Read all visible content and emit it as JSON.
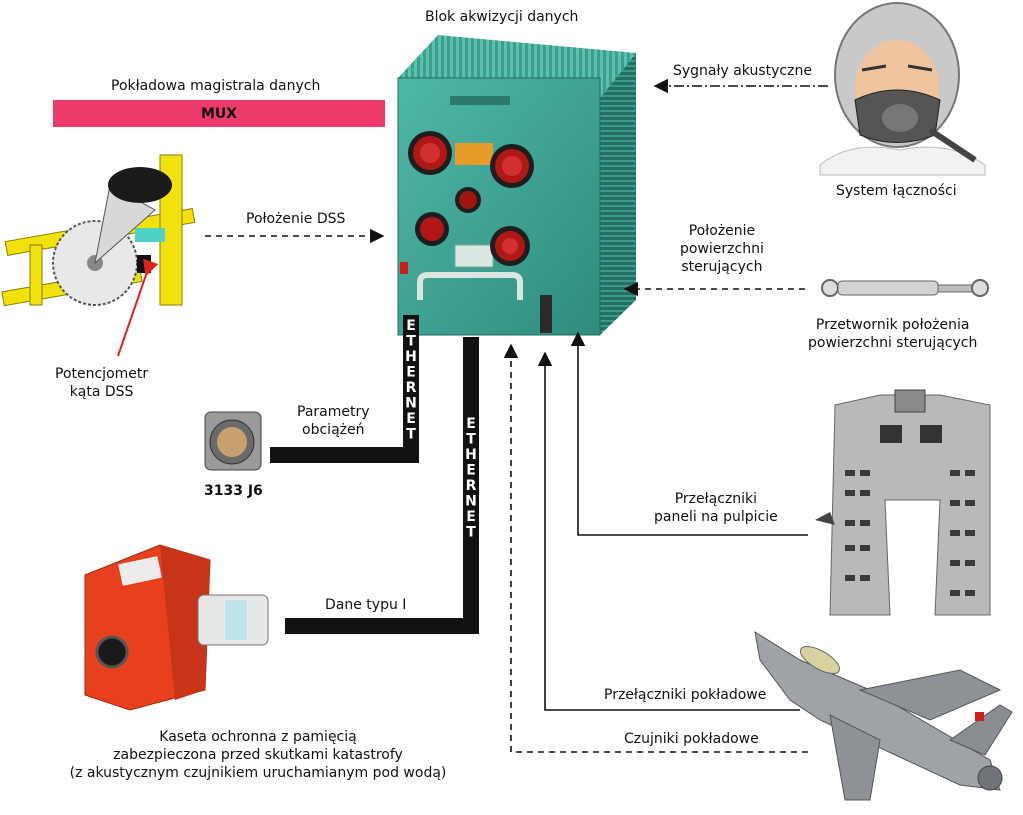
{
  "title": "Blok akwizycji danych",
  "mux": {
    "label": "Pokładowa magistrala danych",
    "bar_text": "MUX"
  },
  "dss": {
    "arrow_label": "Położenie DSS",
    "potentiometer_label": [
      "Potencjometr",
      "kąta DSS"
    ]
  },
  "comm": {
    "signal_label": "Sygnały akustyczne",
    "system_label": "System łączności"
  },
  "surfaces": {
    "arrow_label": [
      "Położenie",
      "powierzchni",
      "sterujących"
    ],
    "transducer_label": [
      "Przetwornik położenia",
      "powierzchni sterujących"
    ]
  },
  "connector": {
    "params_label": [
      "Parametry",
      "obciążeń"
    ],
    "part_label": "3133 J6"
  },
  "ethernet": {
    "letters": [
      "E",
      "T",
      "H",
      "E",
      "R",
      "N",
      "E",
      "T"
    ]
  },
  "cassette": {
    "data_label": "Dane typu I",
    "caption": [
      "Kaseta ochronna z pamięcią",
      "zabezpieczona przed skutkami katastrofy",
      "(z akustycznym czujnikiem uruchamianym pod wodą)"
    ]
  },
  "cockpit": {
    "switch_label": [
      "Przełączniki",
      "paneli na pulpicie"
    ]
  },
  "aircraft": {
    "switch_label": "Przełączniki pokładowe",
    "sensor_label": "Czujniki pokładowe"
  },
  "colors": {
    "mux": "#ee3a6a",
    "box": "#3fa595",
    "potentiometer": "#f0e20a",
    "cassette": "#e8401e",
    "arrow_red": "#e02020"
  }
}
